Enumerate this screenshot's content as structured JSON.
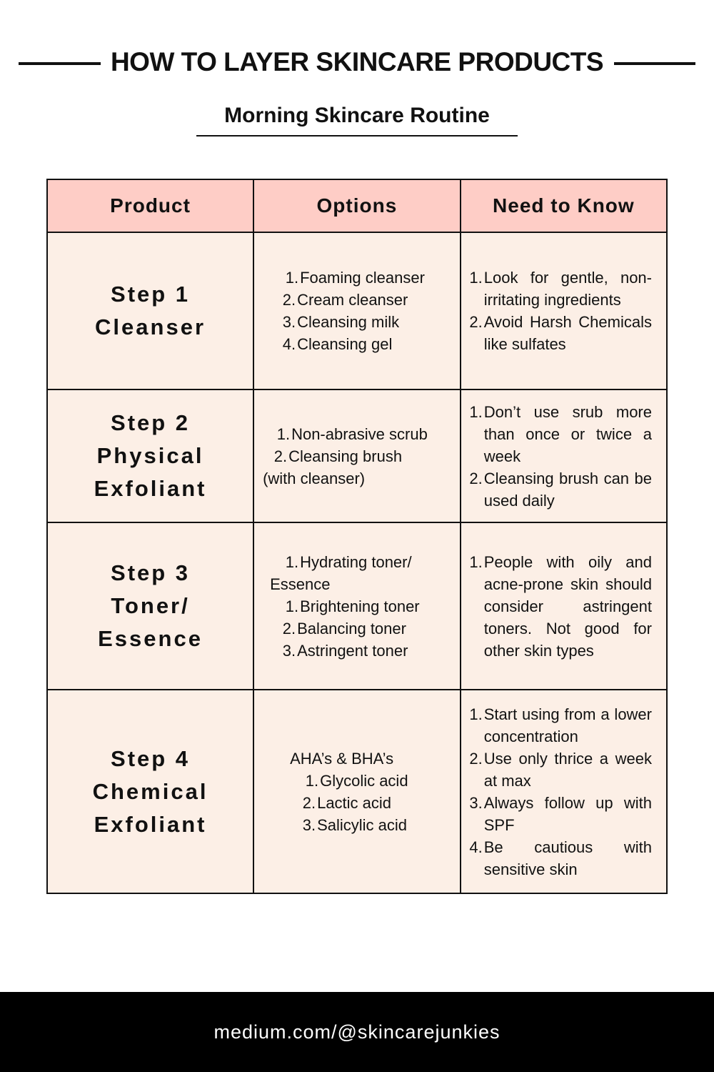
{
  "title": "HOW TO LAYER SKINCARE PRODUCTS",
  "subtitle": "Morning Skincare Routine",
  "colors": {
    "header": "#fecdc6",
    "cell": "#fcefe6",
    "border": "#111111",
    "footer": "#000000"
  },
  "table": {
    "headers": [
      "Product",
      "Options",
      "Need to Know"
    ],
    "rows": [
      {
        "product": [
          "Step 1",
          "Cleanser"
        ],
        "options": [
          {
            "n": "1.",
            "t": "Foaming cleanser",
            "indent": 28
          },
          {
            "n": "2.",
            "t": "Cream cleanser",
            "indent": 24
          },
          {
            "n": "3.",
            "t": "Cleansing milk",
            "indent": 24
          },
          {
            "n": "4.",
            "t": "Cleansing gel",
            "indent": 24
          }
        ],
        "need": [
          {
            "n": "1.",
            "t": "Look for gentle, non-irritating ingredients"
          },
          {
            "n": "2.",
            "t": "Avoid Harsh Chemicals like sulfates"
          }
        ]
      },
      {
        "product": [
          "Step 2",
          "Physical",
          "Exfoliant"
        ],
        "options": [
          {
            "n": "1.",
            "t": "Non-abrasive scrub",
            "indent": 16
          },
          {
            "n": "2.",
            "t": "Cleansing brush",
            "indent": 12
          },
          {
            "n": "",
            "t": "(with cleanser)",
            "indent": 0
          }
        ],
        "need": [
          {
            "n": "1.",
            "t": "Don’t use srub more than once or twice a week"
          },
          {
            "n": "2.",
            "t": "Cleansing brush can be used daily"
          }
        ]
      },
      {
        "product": [
          "Step 3",
          "Toner/",
          "Essence"
        ],
        "options": [
          {
            "n": "1.",
            "t": "Hydrating toner/",
            "indent": 28
          },
          {
            "n": "",
            "t": "Essence",
            "indent": 10
          },
          {
            "n": "1.",
            "t": "Brightening toner",
            "indent": 28
          },
          {
            "n": "2.",
            "t": "Balancing toner",
            "indent": 24
          },
          {
            "n": "3.",
            "t": "Astringent toner",
            "indent": 24
          }
        ],
        "need": [
          {
            "n": "1.",
            "t": "People with oily and acne-prone skin should consider astringent toners. Not good for other skin types"
          }
        ]
      },
      {
        "product": [
          "Step 4",
          "Chemical",
          "Exfoliant"
        ],
        "options": [
          {
            "n": "",
            "t": "AHA’s & BHA’s",
            "indent": 38
          },
          {
            "n": "1.",
            "t": "Glycolic acid",
            "indent": 56
          },
          {
            "n": "2.",
            "t": "Lactic acid",
            "indent": 52
          },
          {
            "n": "3.",
            "t": "Salicylic acid",
            "indent": 52
          }
        ],
        "need": [
          {
            "n": "1.",
            "t": "Start using from a lower concentration"
          },
          {
            "n": "2.",
            "t": "Use only thrice a week at max"
          },
          {
            "n": "3.",
            "t": "Always follow up with SPF"
          },
          {
            "n": "4.",
            "t": "Be cautious with sensitive skin"
          }
        ]
      }
    ]
  },
  "footer": "medium.com/@skincarejunkies"
}
